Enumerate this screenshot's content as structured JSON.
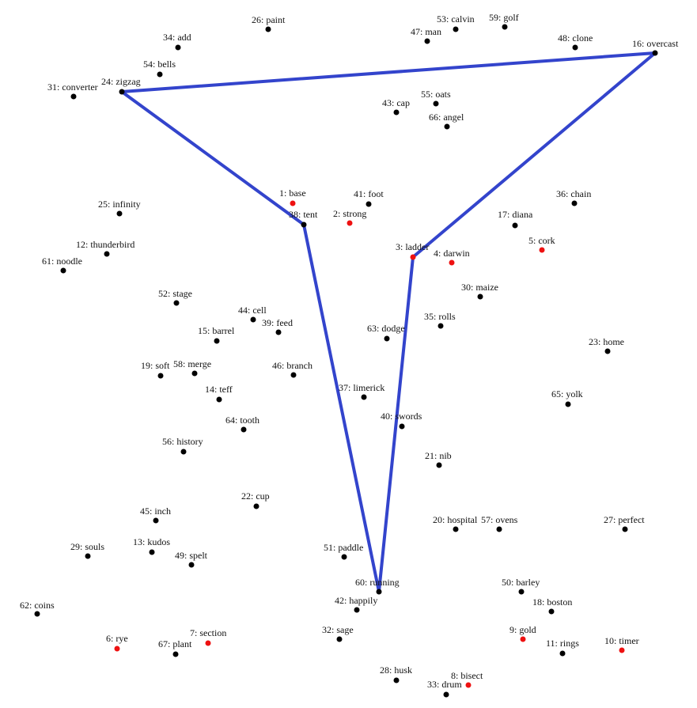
{
  "colors": {
    "path": "#3344cc",
    "point_default": "#000000",
    "point_highlight": "#ee1111",
    "background": "#ffffff"
  },
  "points": [
    {
      "id": 1,
      "label": "1: base",
      "highlight": true
    },
    {
      "id": 2,
      "label": "2: strong",
      "highlight": true
    },
    {
      "id": 3,
      "label": "3: ladder",
      "highlight": true
    },
    {
      "id": 4,
      "label": "4: darwin",
      "highlight": true
    },
    {
      "id": 5,
      "label": "5: cork",
      "highlight": true
    },
    {
      "id": 6,
      "label": "6: rye",
      "highlight": true
    },
    {
      "id": 7,
      "label": "7: section",
      "highlight": true
    },
    {
      "id": 8,
      "label": "8: bisect",
      "highlight": true
    },
    {
      "id": 9,
      "label": "9: gold",
      "highlight": true
    },
    {
      "id": 10,
      "label": "10: timer",
      "highlight": true
    },
    {
      "id": 11,
      "label": "11: rings",
      "highlight": false
    },
    {
      "id": 12,
      "label": "12: thunderbird",
      "highlight": false
    },
    {
      "id": 13,
      "label": "13: kudos",
      "highlight": false
    },
    {
      "id": 14,
      "label": "14: teff",
      "highlight": false
    },
    {
      "id": 15,
      "label": "15: barrel",
      "highlight": false
    },
    {
      "id": 16,
      "label": "16: overcast",
      "highlight": false
    },
    {
      "id": 17,
      "label": "17: diana",
      "highlight": false
    },
    {
      "id": 18,
      "label": "18: boston",
      "highlight": false
    },
    {
      "id": 19,
      "label": "19: soft",
      "highlight": false
    },
    {
      "id": 20,
      "label": "20: hospital",
      "highlight": false
    },
    {
      "id": 21,
      "label": "21: nib",
      "highlight": false
    },
    {
      "id": 22,
      "label": "22: cup",
      "highlight": false
    },
    {
      "id": 23,
      "label": "23: home",
      "highlight": false
    },
    {
      "id": 24,
      "label": "24: zigzag",
      "highlight": false
    },
    {
      "id": 25,
      "label": "25: infinity",
      "highlight": false
    },
    {
      "id": 26,
      "label": "26: paint",
      "highlight": false
    },
    {
      "id": 27,
      "label": "27: perfect",
      "highlight": false
    },
    {
      "id": 28,
      "label": "28: husk",
      "highlight": false
    },
    {
      "id": 29,
      "label": "29: souls",
      "highlight": false
    },
    {
      "id": 30,
      "label": "30: maize",
      "highlight": false
    },
    {
      "id": 31,
      "label": "31: converter",
      "highlight": false
    },
    {
      "id": 32,
      "label": "32: sage",
      "highlight": false
    },
    {
      "id": 33,
      "label": "33: drum",
      "highlight": false
    },
    {
      "id": 34,
      "label": "34: add",
      "highlight": false
    },
    {
      "id": 35,
      "label": "35: rolls",
      "highlight": false
    },
    {
      "id": 36,
      "label": "36: chain",
      "highlight": false
    },
    {
      "id": 37,
      "label": "37: limerick",
      "highlight": false
    },
    {
      "id": 38,
      "label": "38: tent",
      "highlight": false
    },
    {
      "id": 39,
      "label": "39: feed",
      "highlight": false
    },
    {
      "id": 40,
      "label": "40: swords",
      "highlight": false
    },
    {
      "id": 41,
      "label": "41: foot",
      "highlight": false
    },
    {
      "id": 42,
      "label": "42: happily",
      "highlight": false
    },
    {
      "id": 43,
      "label": "43: cap",
      "highlight": false
    },
    {
      "id": 44,
      "label": "44: cell",
      "highlight": false
    },
    {
      "id": 45,
      "label": "45: inch",
      "highlight": false
    },
    {
      "id": 46,
      "label": "46: branch",
      "highlight": false
    },
    {
      "id": 47,
      "label": "47: man",
      "highlight": false
    },
    {
      "id": 48,
      "label": "48: clone",
      "highlight": false
    },
    {
      "id": 49,
      "label": "49: spelt",
      "highlight": false
    },
    {
      "id": 50,
      "label": "50: barley",
      "highlight": false
    },
    {
      "id": 51,
      "label": "51: paddle",
      "highlight": false
    },
    {
      "id": 52,
      "label": "52: stage",
      "highlight": false
    },
    {
      "id": 53,
      "label": "53: calvin",
      "highlight": false
    },
    {
      "id": 54,
      "label": "54: bells",
      "highlight": false
    },
    {
      "id": 55,
      "label": "55: oats",
      "highlight": false
    },
    {
      "id": 56,
      "label": "56: history",
      "highlight": false
    },
    {
      "id": 57,
      "label": "57: ovens",
      "highlight": false
    },
    {
      "id": 58,
      "label": "58: merge",
      "highlight": false
    },
    {
      "id": 59,
      "label": "59: golf",
      "highlight": false
    },
    {
      "id": 60,
      "label": "60: running",
      "highlight": false
    },
    {
      "id": 61,
      "label": "61: noodle",
      "highlight": false
    },
    {
      "id": 62,
      "label": "62: coins",
      "highlight": false
    },
    {
      "id": 63,
      "label": "63: dodge",
      "highlight": false
    },
    {
      "id": 64,
      "label": "64: tooth",
      "highlight": false
    },
    {
      "id": 65,
      "label": "65: yolk",
      "highlight": false
    },
    {
      "id": 66,
      "label": "66: angel",
      "highlight": false
    },
    {
      "id": 67,
      "label": "67: plant",
      "highlight": false
    }
  ],
  "path_order": [
    24,
    16,
    3,
    60,
    38,
    24
  ]
}
